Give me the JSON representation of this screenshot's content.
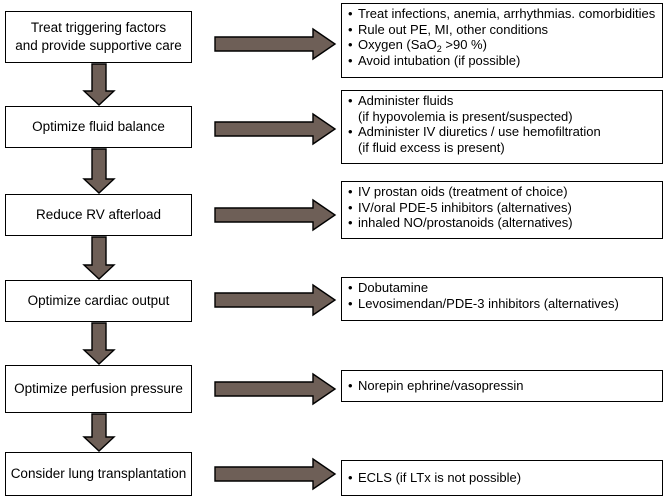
{
  "steps": [
    "Treat triggering factors\nand provide supportive care",
    "Optimize fluid balance",
    "Reduce RV afterload",
    "Optimize cardiac output",
    "Optimize perfusion pressure",
    "Consider lung transplantation"
  ],
  "details": [
    [
      "Treat infections, anemia, arrhythmias. comorbidities",
      "Rule out PE, MI, other conditions",
      "Oxygen (SaO₂ >90 %)",
      "Avoid intubation (if possible)"
    ],
    [
      "Administer fluids\n(if hypovolemia is present/suspected)",
      "Administer IV diuretics / use hemofiltration\n(if fluid excess is present)"
    ],
    [
      "IV prostan oids (treatment of choice)",
      "IV/oral PDE-5 inhibitors (alternatives)",
      "inhaled NO/prostanoids (alternatives)"
    ],
    [
      "Dobutamine",
      "Levosimendan/PDE-3 inhibitors (alternatives)"
    ],
    [
      "Norepin ephrine/vasopressin"
    ],
    [
      "ECLS (if LTx is not possible)"
    ]
  ],
  "colors": {
    "arrow_fill": "#6e5f57",
    "arrow_stroke": "#000000",
    "border": "#000000"
  },
  "icons": [
    "arrow-down-icon",
    "arrow-right-icon"
  ]
}
